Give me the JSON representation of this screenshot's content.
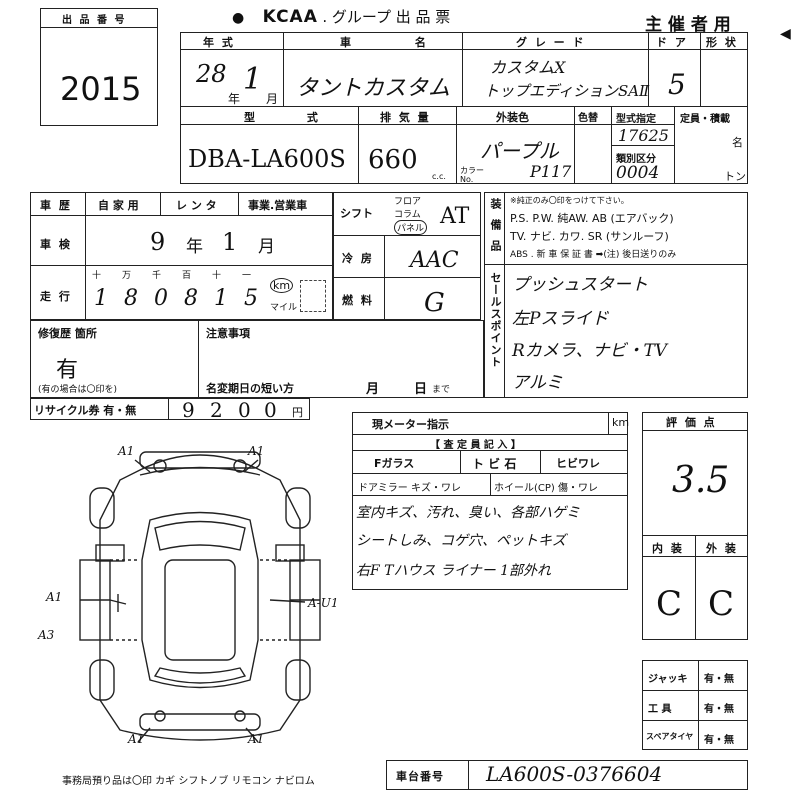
{
  "header": {
    "lot_number_label": "出 品 番 号",
    "lot_number": "2015",
    "brand": "KCAA",
    "title": ". グループ 出 品 票",
    "organizer": "主 催 者 用"
  },
  "row1": {
    "year_label": "年 式",
    "year_value": "28",
    "year_mark": "年",
    "month_value": "1",
    "month_mark": "月",
    "name_label": "車 名",
    "name_value": "タントカスタム",
    "grade_label": "グ レ ー ド",
    "grade_value1": "カスタムX",
    "grade_value2": "トップエディションSAⅡ",
    "door_label": "ド ア",
    "door_value": "5",
    "shape_label": "形 状"
  },
  "row2": {
    "model_label": "型 式",
    "model_value": "DBA-LA600S",
    "displacement_label": "排 気 量",
    "displacement_value": "660",
    "cc": "c.c.",
    "exterior_label": "外装色",
    "exterior_value": "パープル",
    "color_change_label": "色替",
    "color_no_label": "カラー No.",
    "color_no_value": "P117",
    "type_designation_label": "型式指定",
    "type_designation_value": "17625",
    "class_label": "類別区分",
    "class_value": "0004",
    "capacity_label": "定員・積載",
    "capacity_unit1": "名",
    "capacity_unit2": "トン"
  },
  "history": {
    "label": "車 歴",
    "options": [
      "自 家 用",
      "レ ン タ",
      "事業.営業車"
    ]
  },
  "inspection": {
    "label": "車 検",
    "year": "9",
    "year_mark": "年",
    "month": "1",
    "month_mark": "月"
  },
  "mileage": {
    "label": "走 行",
    "unit_headers": [
      "十",
      "万",
      "千",
      "百",
      "十",
      "一"
    ],
    "digits": [
      "1",
      "8",
      "0",
      "8",
      "1",
      "5"
    ],
    "km": "km",
    "mile": "マイル"
  },
  "shift": {
    "label": "シフト",
    "options": [
      "フロア",
      "コラム",
      "パネル"
    ],
    "value": "AT"
  },
  "ac": {
    "label": "冷 房",
    "value": "AAC"
  },
  "fuel": {
    "label": "燃 料",
    "value": "G"
  },
  "equipment": {
    "vlabel": "装 備 品",
    "note": "※純正のみ〇印をつけて下さい。",
    "line1": "P.S. P.W. 純AW. AB (エアバック)",
    "line2": "TV. ナビ. カワ. SR (サンルーフ)",
    "line3": "ABS . 新 車 保 証 書 ➡(注) 後日送りのみ"
  },
  "sales_points": {
    "vlabel": "セールスポイント",
    "lines": [
      "プッシュスタート",
      "左Pスライド",
      "Rカメラ、ナビ・TV",
      "アルミ"
    ]
  },
  "repair": {
    "label": "修復歴 箇所",
    "value": "有",
    "note": "(有の場合は〇印を)"
  },
  "notes": {
    "label": "注意事項",
    "name_change_label": "名変期日の短い方",
    "month_mark": "月",
    "day_mark": "日",
    "until": "まで"
  },
  "recycle": {
    "label": "リサイクル券 有・無",
    "digits": [
      "9",
      "2",
      "0",
      "0"
    ],
    "yen": "円"
  },
  "meter": {
    "label": "現メーター指示",
    "km": "km"
  },
  "inspector": {
    "header": "【 査 定 員 記 入 】",
    "row1": [
      "Fガラス",
      "ト ビ 石",
      "ヒビワレ"
    ],
    "row2": [
      "ドアミラー キズ・ワレ",
      "ホイール(CP) 傷・ワレ"
    ],
    "lines": [
      "室内キズ、汚れ、臭い、各部ハゲミ",
      "シートしみ、コゲ穴、ペットキズ",
      "右F Tハウス ライナー 1部外れ"
    ]
  },
  "diagram": {
    "marks": [
      "A1",
      "A1",
      "A1",
      "A3",
      "A-U1",
      "A1",
      "A1"
    ]
  },
  "score": {
    "label": "評 価 点",
    "value": "3.5",
    "interior_label": "内 装",
    "exterior_label": "外 装",
    "interior_value": "C",
    "exterior_value": "C"
  },
  "items": {
    "jack_label": "ジャッキ",
    "tools_label": "工 具",
    "spare_label": "スペアタイヤ",
    "yes_no": "有・無"
  },
  "footer": {
    "deposit": "事務局預り品は〇印  カギ  シフトノブ  リモコン  ナビロム",
    "chassis_label": "車台番号",
    "chassis_value": "LA600S-0376604"
  }
}
